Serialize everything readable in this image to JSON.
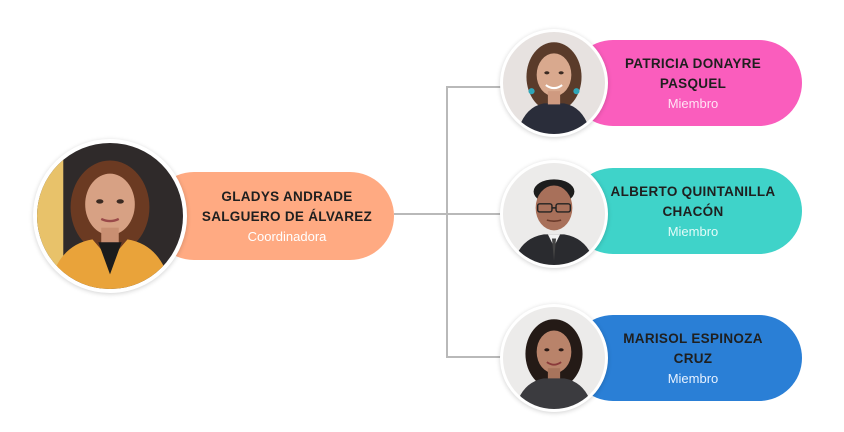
{
  "coordinator": {
    "name_line1": "GLADYS ANDRADE",
    "name_line2": "SALGUERO DE ÁLVAREZ",
    "role": "Coordinadora",
    "color": "#ffaa82"
  },
  "members": [
    {
      "name_line1": "PATRICIA DONAYRE",
      "name_line2": "PASQUEL",
      "role": "Miembro",
      "color": "#fa5dbd"
    },
    {
      "name_line1": "ALBERTO QUINTANILLA",
      "name_line2": "CHACÓN",
      "role": "Miembro",
      "color": "#3fd3c9"
    },
    {
      "name_line1": "MARISOL ESPINOZA",
      "name_line2": "CRUZ",
      "role": "Miembro",
      "color": "#2a7fd6"
    }
  ]
}
